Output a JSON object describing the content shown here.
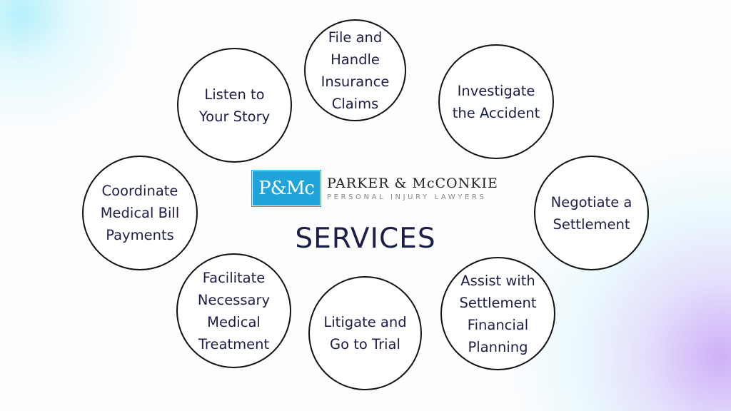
{
  "logo": {
    "mark": "P&Mc",
    "name": "PARKER & McCONKIE",
    "tagline": "PERSONAL INJURY LAWYERS"
  },
  "title": "SERVICES",
  "services": [
    "File and\nHandle\nInsurance\nClaims",
    "Listen to\nYour Story",
    "Investigate\nthe Accident",
    "Coordinate\nMedical Bill\nPayments",
    "Negotiate a\nSettlement",
    "Facilitate\nNecessary\nMedical\nTreatment",
    "Litigate and\nGo to Trial",
    "Assist with\nSettlement\nFinancial\nPlanning"
  ]
}
